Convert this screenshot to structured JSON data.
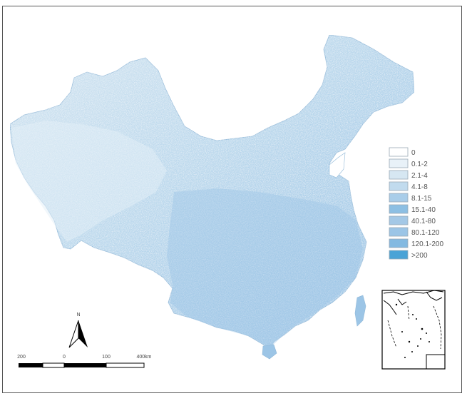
{
  "legend": {
    "items": [
      {
        "label": "0",
        "color": "#ffffff"
      },
      {
        "label": "0.1-2",
        "color": "#e8f1f8"
      },
      {
        "label": "2.1-4",
        "color": "#d6e7f2"
      },
      {
        "label": "4.1-8",
        "color": "#c1dbee"
      },
      {
        "label": "8.1-15",
        "color": "#a9cde9"
      },
      {
        "label": "15.1-40",
        "color": "#8dbfe3"
      },
      {
        "label": "40.1-80",
        "color": "#a4c8e6"
      },
      {
        "label": "80.1-120",
        "color": "#9cc5e6"
      },
      {
        "label": "120.1-200",
        "color": "#82b9e1"
      },
      {
        "label": ">200",
        "color": "#4aa3d6"
      }
    ]
  },
  "north_arrow": {
    "label": "N"
  },
  "scale_bar": {
    "ticks": [
      "200",
      "0",
      "100",
      "400km"
    ]
  },
  "colors": {
    "land_west": "#cfe2ef",
    "land_north": "#b8d6ec",
    "land_east": "#a6cbe8",
    "land_south": "#9ac4e6",
    "water": "#ffffff",
    "frame": "#555555"
  }
}
